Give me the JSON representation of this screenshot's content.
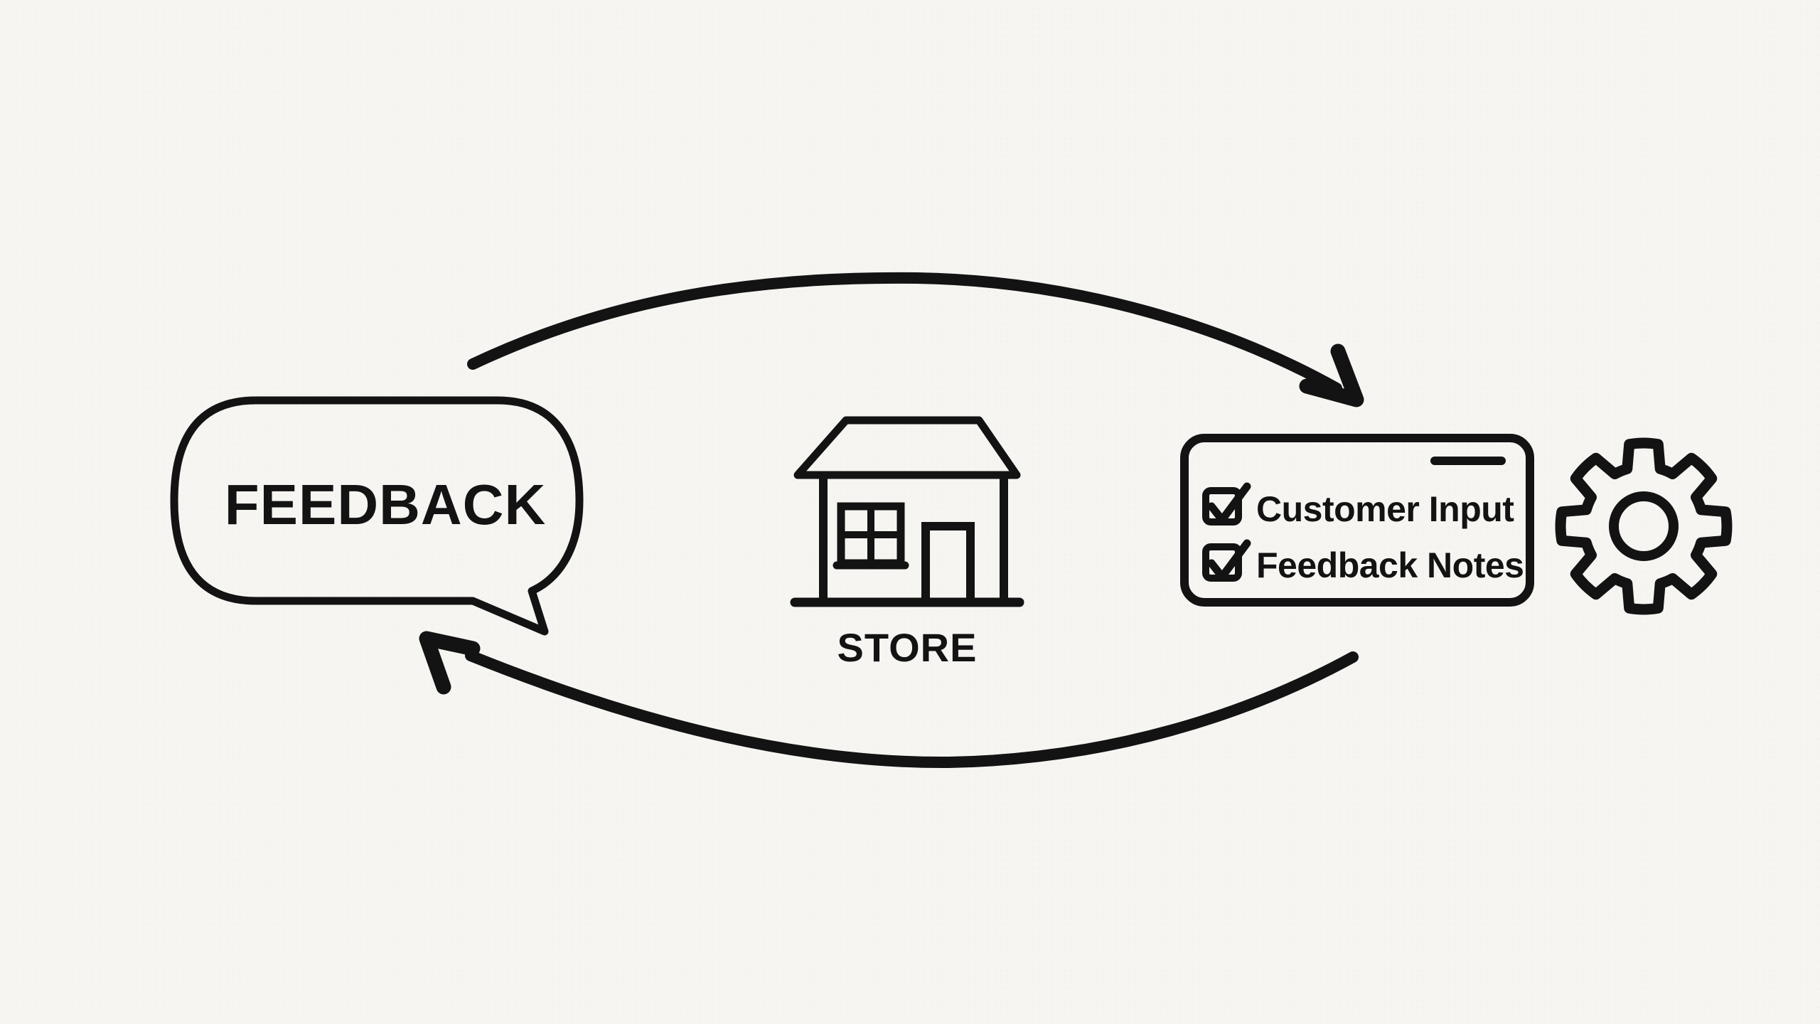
{
  "canvas": {
    "background": "#f6f5f2",
    "ink": "#131313"
  },
  "feedback_bubble": {
    "label": "FEEDBACK",
    "icon": "speech-bubble-icon"
  },
  "store": {
    "label": "STORE",
    "icon": "house-icon"
  },
  "checklist_card": {
    "title_line": "dash-line",
    "items": [
      {
        "label": "Customer Input",
        "checked": true
      },
      {
        "label": "Feedback Notes",
        "checked": true
      }
    ]
  },
  "settings": {
    "icon": "gear-icon"
  },
  "arrows": {
    "top": "curved-arrow-right",
    "bottom": "curved-arrow-left"
  }
}
